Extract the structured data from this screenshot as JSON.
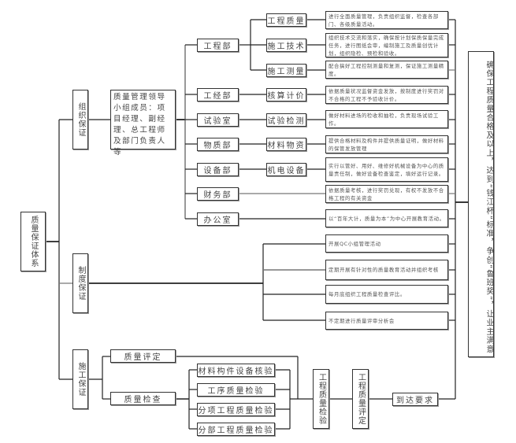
{
  "root": {
    "label": "质量保证体系"
  },
  "branches": {
    "org": {
      "label": "组织保证"
    },
    "system": {
      "label": "制度保证"
    },
    "construction": {
      "label": "施工保证"
    }
  },
  "leadership": {
    "label": "质量管理领导小组成员：项目经理、副经理、总工程师及部门负责人等"
  },
  "departments": [
    {
      "name": "工程部"
    },
    {
      "name": "工经部"
    },
    {
      "name": "试验室"
    },
    {
      "name": "物质部"
    },
    {
      "name": "设备部"
    },
    {
      "name": "财务部"
    },
    {
      "name": "办公室"
    }
  ],
  "functions": [
    {
      "name": "工程质量",
      "desc": "进行全面质量管理，负责组织监督，检查各部门、各级质量活动。"
    },
    {
      "name": "施工技术",
      "desc": "组织技术交流和落实，确保按计划保质保量完成任务，进行图纸会审，编制施工及质量创优计划，组织隐检、预检和验收。"
    },
    {
      "name": "施工测量",
      "desc": "配合搞好工程控制测量和复测，保证施工测量精度。"
    },
    {
      "name": "核算计价",
      "desc": "依据质量状况监督资金发放，按制度进行奖罚对不合格的工程不予验收计价。"
    },
    {
      "name": "试验检测",
      "desc": "做好材料进场的检收和抽检，负责现场试验工作。"
    },
    {
      "name": "材料物资",
      "desc": "提供合格材料及构件并提供质量证明，做好材料的保管发放管理"
    },
    {
      "name": "机电设备",
      "desc": "实行以管好、用好、维修好机械设备为中心的质量责任制，做好设备检查鉴定，填好运行记录。"
    }
  ],
  "finance_desc": "依据质量考核，进行奖罚兑现，有权不发放不合格工程的有关资金",
  "office_desc": "以“百年大计，质量为本”为中心开展教育活动。",
  "system_items": [
    "开展QC小组管理活动",
    "定期开展有针对性的质量教育活动并组织考核",
    "每月底组织工程质量检查评比。",
    "不定期进行质量评审分析会"
  ],
  "construction": {
    "evaluation": "质量评定",
    "inspection": "质量检查",
    "checks": [
      "材料构件设备核验",
      "工序质量检验",
      "分项工程质量检验",
      "分部工程质量检验"
    ],
    "project_inspection": "工程质量检验",
    "project_evaluation": "工程质量评定",
    "meet_requirements": "到达要求"
  },
  "goal": {
    "label": "确保工程质量合格及以上，达到“钱江杯”标准，争创“鲁班奖”，让业主满意"
  }
}
